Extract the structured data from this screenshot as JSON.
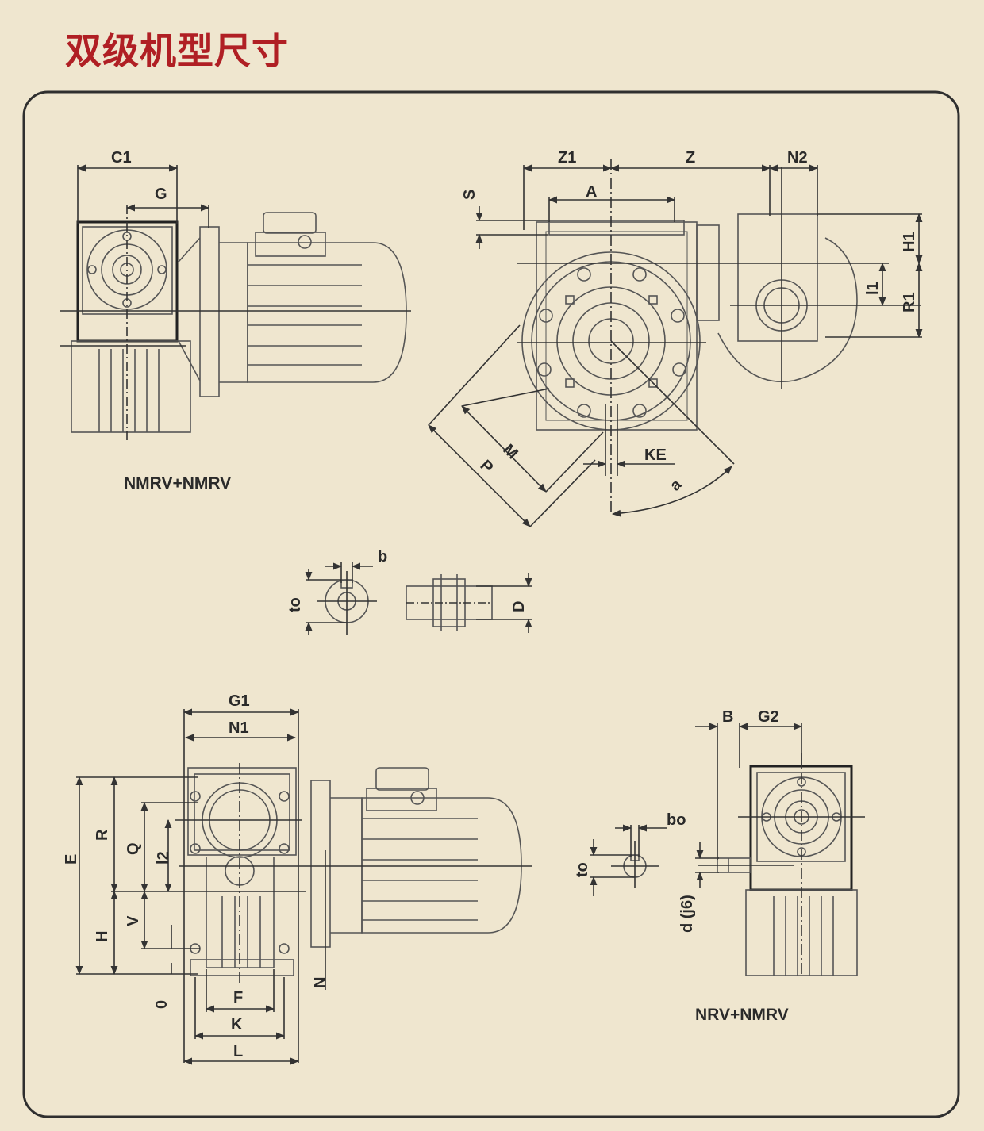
{
  "page": {
    "title": "双级机型尺寸"
  },
  "colors": {
    "background": "#efe6cf",
    "title": "#b01f24",
    "line": "#3a3a3a",
    "frame": "#2f2f2f"
  },
  "views": {
    "nmrv": {
      "caption": "NMRV+NMRV",
      "labels": {
        "c1": "C1",
        "g": "G"
      }
    },
    "front": {
      "labels": {
        "z1": "Z1",
        "z": "Z",
        "n2": "N2",
        "a_upper": "A",
        "s": "S",
        "h1": "H1",
        "l1": "l1",
        "r1": "R1",
        "m": "M",
        "p": "P",
        "ke": "KE",
        "a_lower": "a"
      }
    },
    "shaft": {
      "labels": {
        "b": "b",
        "to": "to",
        "d": "D"
      }
    },
    "side": {
      "labels": {
        "g1": "G1",
        "n1": "N1",
        "e": "E",
        "r": "R",
        "q": "Q",
        "l2": "l2",
        "v": "V",
        "h": "H",
        "o": "0",
        "f": "F",
        "k": "K",
        "l": "L",
        "n": "N"
      }
    },
    "nrv": {
      "caption": "NRV+NMRV",
      "labels": {
        "b": "B",
        "g2": "G2",
        "bo": "bo",
        "to": "to",
        "d": "d (j6)"
      }
    }
  }
}
